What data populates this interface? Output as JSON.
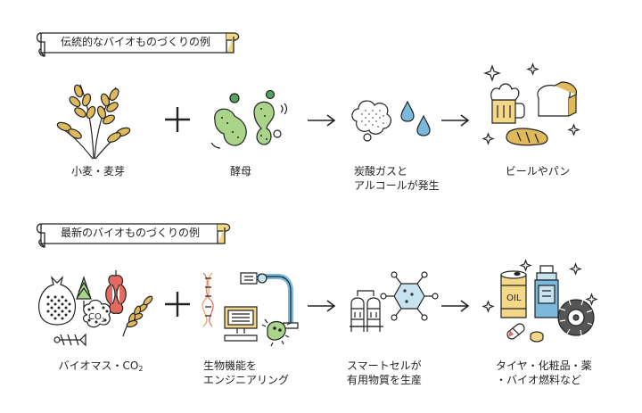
{
  "traditional": {
    "banner": "伝統的なバイオものづくりの例",
    "steps": {
      "wheat": "小麦・麦芽",
      "yeast": "酵母",
      "gas_line1": "炭酸ガスと",
      "gas_line2": "アルコールが発生",
      "product": "ビールやパン"
    }
  },
  "latest": {
    "banner": "最新のバイオものづくりの例",
    "steps": {
      "biomass": "バイオマス・CO",
      "biomass_sub": "2",
      "eng_line1": "生物機能を",
      "eng_line2": "エンジニアリング",
      "cell_line1": "スマートセルが",
      "cell_line2": "有用物質を生産",
      "prod_line1": "タイヤ・化粧品・薬",
      "prod_line2": "・バイオ燃料など"
    },
    "icon_text": {
      "co2": "CO",
      "co2_sub": "2",
      "oil": "OIL"
    }
  },
  "colors": {
    "yellow": "#f3d987",
    "wheat": "#e0b95c",
    "green": "#a9d48a",
    "dark_green": "#56a35a",
    "blue": "#7ab8dc",
    "light_blue": "#c6e3ef",
    "red": "#e26a5e",
    "orange": "#e9a24a",
    "outline": "#222222"
  },
  "icons": {
    "plus": "plus-icon",
    "arrow": "arrow-right-icon"
  }
}
